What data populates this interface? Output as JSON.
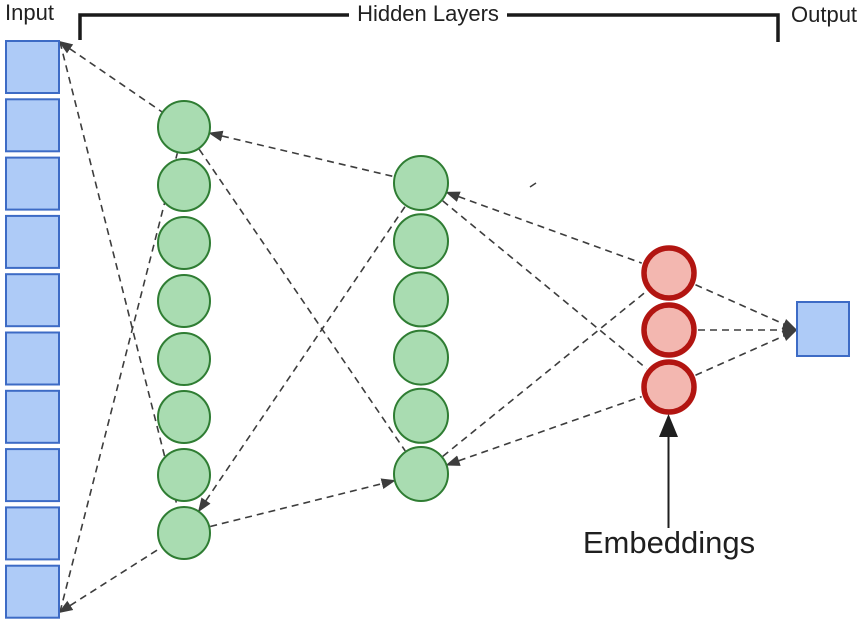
{
  "labels": {
    "input": "Input",
    "hidden_layers": "Hidden Layers",
    "output": "Output",
    "embeddings": "Embeddings"
  },
  "layers": [
    {
      "id": "input",
      "label": "Input",
      "shape": "square",
      "count": 10,
      "fill": "#aecbf7",
      "stroke": "#3d6bc5"
    },
    {
      "id": "hidden-1",
      "label": "",
      "shape": "circle",
      "count": 8,
      "fill": "#a9dcb1",
      "stroke": "#2f7d33"
    },
    {
      "id": "hidden-2",
      "label": "",
      "shape": "circle",
      "count": 6,
      "fill": "#a9dcb1",
      "stroke": "#2f7d33"
    },
    {
      "id": "embeddings",
      "label": "Embeddings",
      "shape": "circle",
      "count": 3,
      "fill": "#f3b7b0",
      "stroke": "#b21511"
    },
    {
      "id": "output",
      "label": "Output",
      "shape": "square",
      "count": 1,
      "fill": "#aecbf7",
      "stroke": "#3d6bc5"
    }
  ],
  "connector": {
    "color": "#3d3d3d",
    "style": "dashed"
  },
  "bracket": {
    "color": "#1a1a1a"
  },
  "annotation": {
    "color": "#1f1f1f"
  }
}
